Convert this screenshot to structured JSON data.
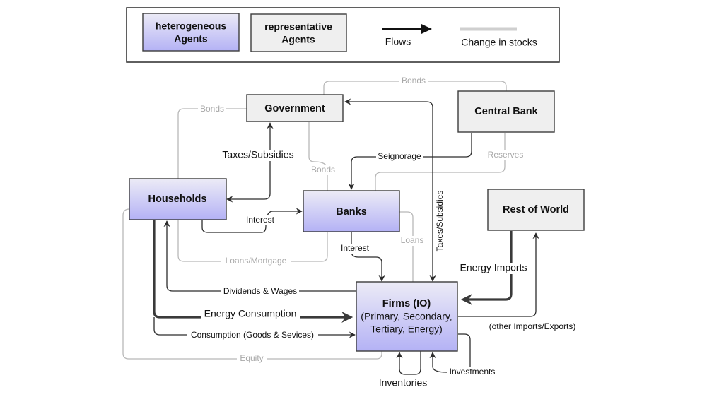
{
  "legend": {
    "heterogeneous": [
      "heterogeneous",
      "Agents"
    ],
    "representative": [
      "representative",
      "Agents"
    ],
    "flows": "Flows",
    "stocks": "Change in stocks"
  },
  "colors": {
    "heterogeneous_top": "#ecebf6",
    "heterogeneous_bottom": "#b4b2f5",
    "representative": "#efefef",
    "flow": "#2c2c2c",
    "stock": "#b8b8b8"
  },
  "nodes": {
    "government": {
      "title": "Government",
      "type": "representative"
    },
    "central_bank": {
      "title": "Central Bank",
      "type": "representative"
    },
    "households": {
      "title": "Households",
      "type": "heterogeneous"
    },
    "banks": {
      "title": "Banks",
      "type": "heterogeneous"
    },
    "rest_of_world": {
      "title": "Rest of World",
      "type": "representative"
    },
    "firms": {
      "title": "Firms (IO)",
      "sub1": "(Primary, Secondary,",
      "sub2": "Tertiary, Energy)",
      "type": "heterogeneous"
    }
  },
  "edges": {
    "bonds_gov_cb": "Bonds",
    "bonds_hh_gov": "Bonds",
    "bonds_gov_banks": "Bonds",
    "taxes_hh_gov": "Taxes/Subsidies",
    "seignorage": "Seignorage",
    "reserves": "Reserves",
    "interest_hh_banks": "Interest",
    "interest_banks_firms": "Interest",
    "loans_banks_firms": "Loans",
    "taxes_firms_gov": "Taxes/Subsidies",
    "loans_mortgage": "Loans/Mortgage",
    "dividends_wages": "Dividends & Wages",
    "energy_consumption": "Energy Consumption",
    "consumption": "Consumption (Goods & Sevices)",
    "equity": "Equity",
    "energy_imports": "Energy Imports",
    "other_imports_exports": "(other Imports/Exports)",
    "inventories": "Inventories",
    "investments": "Investments"
  }
}
